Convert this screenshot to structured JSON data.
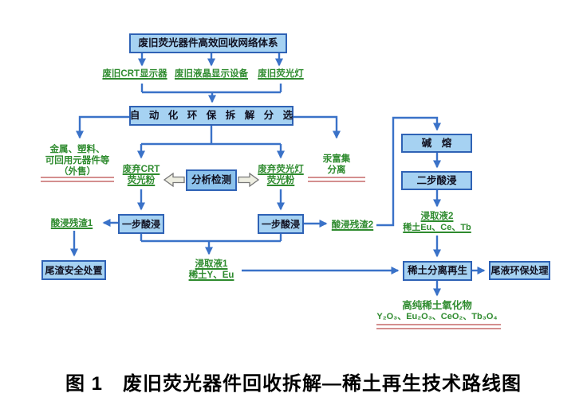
{
  "figure": {
    "caption": "图 1　废旧荧光器件回收拆解—稀土再生技术路线图"
  },
  "colors": {
    "box_fill": "#a6d2f2",
    "analysis_box_fill": "#8cc2ec",
    "box_border": "#2f62b5",
    "connector_blue": "#3a72c8",
    "label_green": "#2e8b2e",
    "red_underline": "#d48f8f"
  },
  "nodes": {
    "network": "废旧荧光器件高效回收网络体系",
    "crt_display": "废旧CRT显示器",
    "lcd_display": "废旧液晶显示设备",
    "fluorescent_lamp": "废旧荧光灯",
    "dismantle": "自 动 化 环 保 拆 解 分 选",
    "metal_line1": "金属、塑料、",
    "metal_line2": "可回用元器件等",
    "metal_line3": "（外售）",
    "crt_powder_line1": "废弃CRT",
    "crt_powder_line2": "荧光粉",
    "analysis": "分析检测",
    "lamp_powder_line1": "废弃荧光灯",
    "lamp_powder_line2": "荧光粉",
    "mercury_line1": "汞富集",
    "mercury_line2": "分离",
    "acid_left": "一步酸浸",
    "acid_right": "一步酸浸",
    "residue1": "酸浸残渣1",
    "residue2": "酸浸残渣2",
    "alkali": "碱　熔",
    "acid2": "二步酸浸",
    "leach1_line1": "浸取液1",
    "leach1_line2": "稀土Y、Eu",
    "leach2_line1": "浸取液2",
    "leach2_line2": "稀土Eu、Ce、Tb",
    "tailings": "尾渣安全处置",
    "separation": "稀土分离再生",
    "waste_liquid": "尾液环保处理",
    "oxide_line1": "高纯稀土氧化物",
    "oxide_line2": "Y₂O₃、Eu₂O₃、CeO₂、Tb₃O₄"
  }
}
